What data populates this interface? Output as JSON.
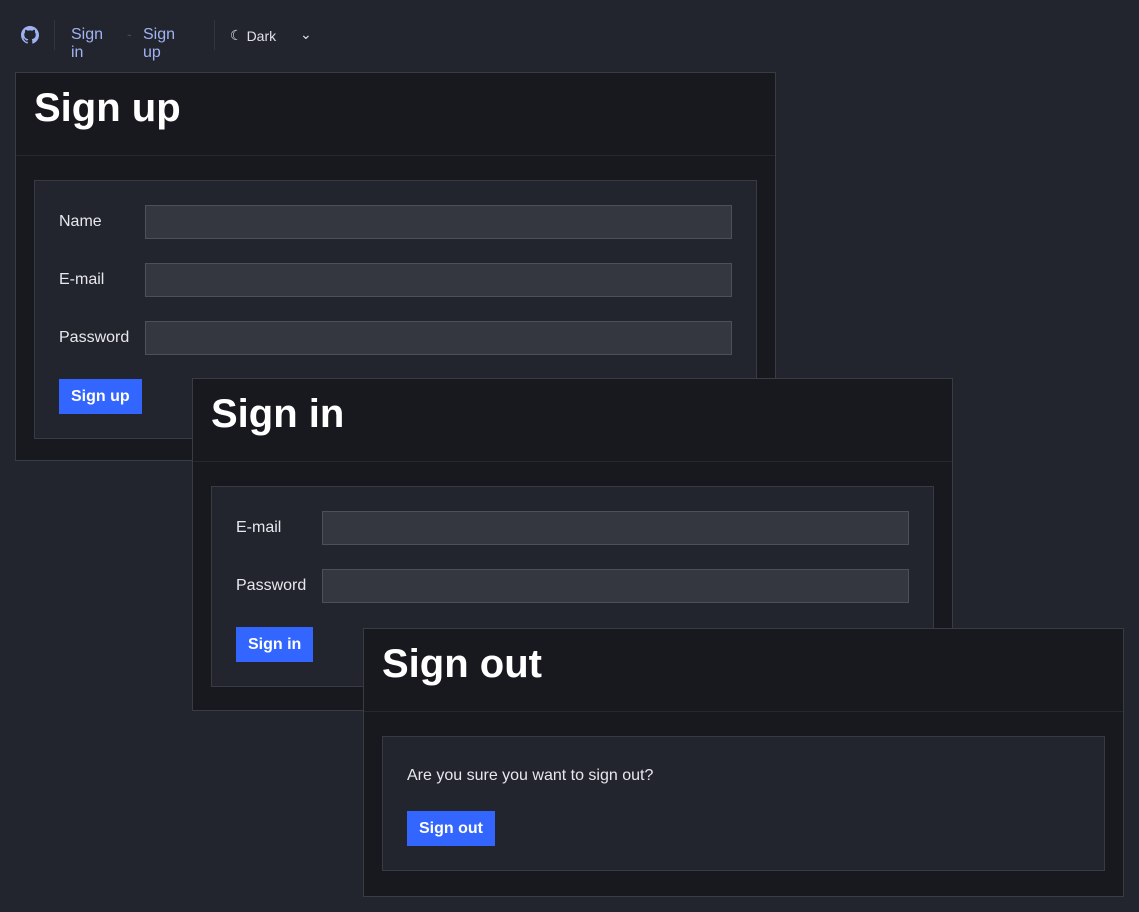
{
  "nav": {
    "github_icon": "github-icon",
    "sign_in": "Sign in",
    "separator": "-",
    "sign_up": "Sign up",
    "theme": "Dark",
    "theme_icon": "moon-icon",
    "dropdown_icon": "chevron-down-icon"
  },
  "signup": {
    "title": "Sign up",
    "name_label": "Name",
    "email_label": "E-mail",
    "password_label": "Password",
    "name_value": "",
    "email_value": "",
    "password_value": "",
    "button": "Sign up"
  },
  "signin": {
    "title": "Sign in",
    "email_label": "E-mail",
    "password_label": "Password",
    "email_value": "",
    "password_value": "",
    "button": "Sign in"
  },
  "signout": {
    "title": "Sign out",
    "message": "Are you sure you want to sign out?",
    "button": "Sign out"
  },
  "colors": {
    "accent": "#3366ff",
    "link": "#9fb3f2",
    "background": "#23252e",
    "card": "#18191f"
  }
}
